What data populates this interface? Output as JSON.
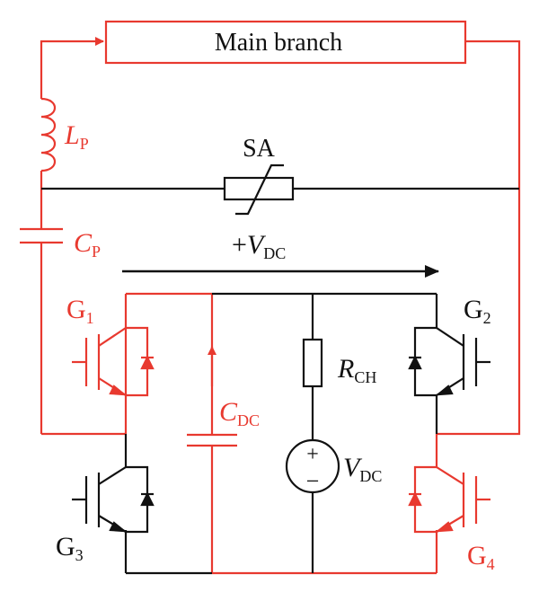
{
  "labels": {
    "main_branch": "Main branch",
    "inductor": "L",
    "inductor_sub": "P",
    "capacitor": "C",
    "capacitor_sub": "P",
    "arrester": "SA",
    "vdc_plus": "+",
    "vdc_v": "V",
    "vdc_sub": "DC",
    "cdc": "C",
    "cdc_sub": "DC",
    "rch": "R",
    "rch_sub": "CH",
    "source_v": "V",
    "source_sub": "DC",
    "g1": "G",
    "g1_sub": "1",
    "g2": "G",
    "g2_sub": "2",
    "g3": "G",
    "g3_sub": "3",
    "g4": "G",
    "g4_sub": "4",
    "source_plus": "+",
    "source_minus": "−"
  },
  "colors": {
    "red": "#e8392f",
    "black": "#111111"
  }
}
